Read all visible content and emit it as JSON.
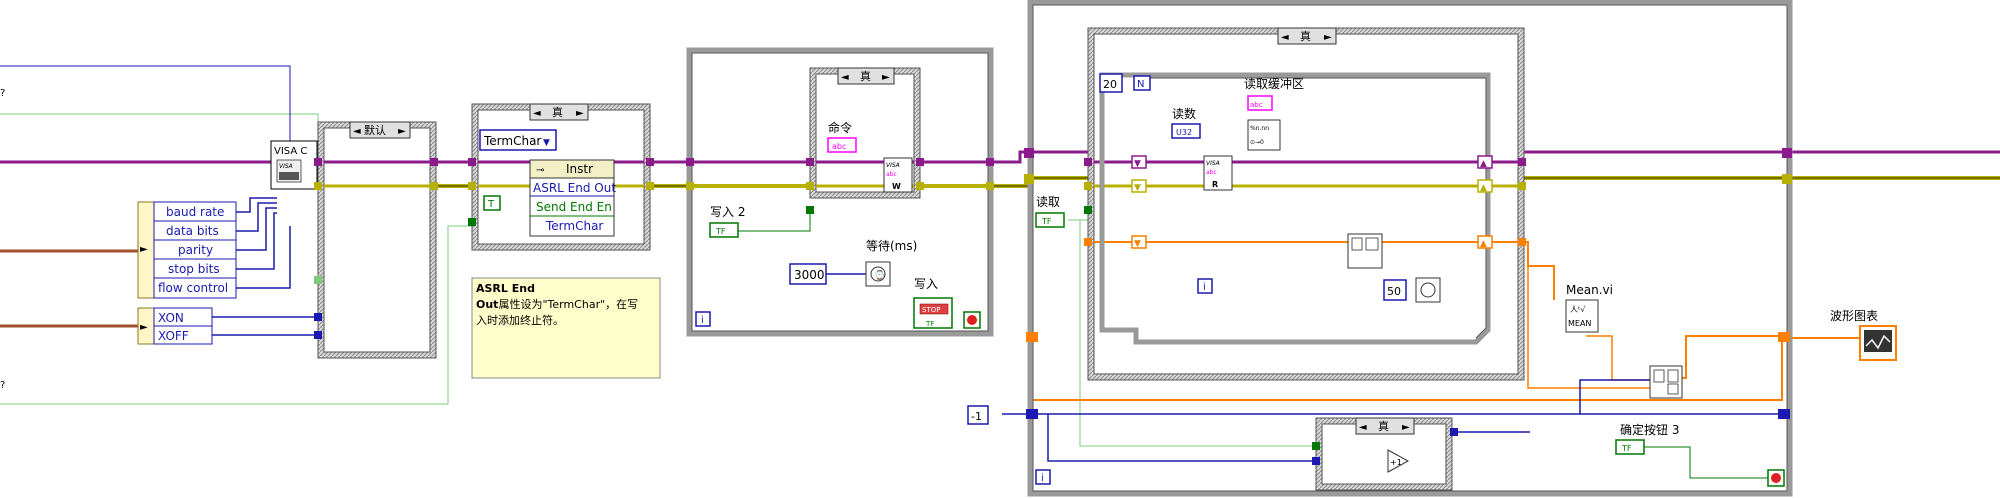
{
  "left_labels": {
    "q1": "?",
    "q2": "?"
  },
  "visa_configure": {
    "label": "VISA C",
    "icon_text": "VISA"
  },
  "serial_cluster": {
    "items": [
      "baud rate",
      "data bits",
      "parity",
      "stop bits",
      "flow control"
    ],
    "xon": "XON",
    "xoff": "XOFF"
  },
  "case_default": {
    "selector": "默认"
  },
  "case_true_1": {
    "selector": "真"
  },
  "termchar_constant": "TermChar",
  "property_node": {
    "header": "Instr",
    "props": [
      "ASRL End Out",
      "Send End En",
      "TermChar"
    ]
  },
  "bool_true_const": "T",
  "comment_box": {
    "line1": "ASRL End",
    "line2_bold": "Out",
    "line2_rest": "属性设为\"TermChar\"，在写",
    "line3": "入时添加终止符。"
  },
  "write_loop": {
    "case_selector": "真",
    "command_label": "命令",
    "write_label": "写入 2",
    "wait_label": "等待(ms)",
    "wait_value": "3000",
    "stop_label": "写入",
    "stop_text": "STOP",
    "iteration": "i",
    "tf": "TF"
  },
  "read_loop": {
    "outer_case_selector": "真",
    "read_label": "读取",
    "for_count": "20",
    "for_n": "N",
    "read_count_label": "读数",
    "read_count_type": "U32",
    "buffer_label": "读取缓冲区",
    "wait_value": "50",
    "mean_label": "Mean.vi",
    "mean_text": "MEAN",
    "chart_label": "波形图表",
    "neg_const": "-1",
    "inner_case_selector": "真",
    "confirm_label": "确定按钮 3",
    "iteration": "i",
    "tf": "TF"
  },
  "colors": {
    "visa_wire": "#8b1a8b",
    "error_wire": "#b8b000",
    "int_wire": "#1a1ab0",
    "dbl_wire": "#ff7f00",
    "bool_wire": "#007700",
    "string_wire": "#ff00ff",
    "frame": "#9a9a9a"
  }
}
